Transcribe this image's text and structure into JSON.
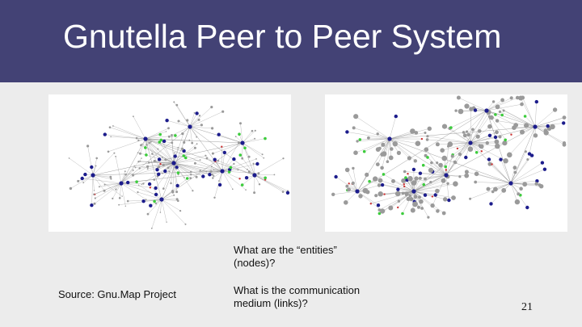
{
  "slide": {
    "title": "Gnutella Peer to Peer System",
    "question_entities": "What are the “entities” (nodes)?",
    "question_medium": "What is the communication medium (links)?",
    "source": "Source: Gnu.Map Project",
    "page_number": "21"
  },
  "colors": {
    "header": "#434275",
    "background": "#ececec",
    "edge": "#8a8a8a",
    "node_gray": "#9a9a9a",
    "node_blue": "#1c1c8c",
    "node_green": "#3ccc3c",
    "node_red": "#cc3333"
  }
}
